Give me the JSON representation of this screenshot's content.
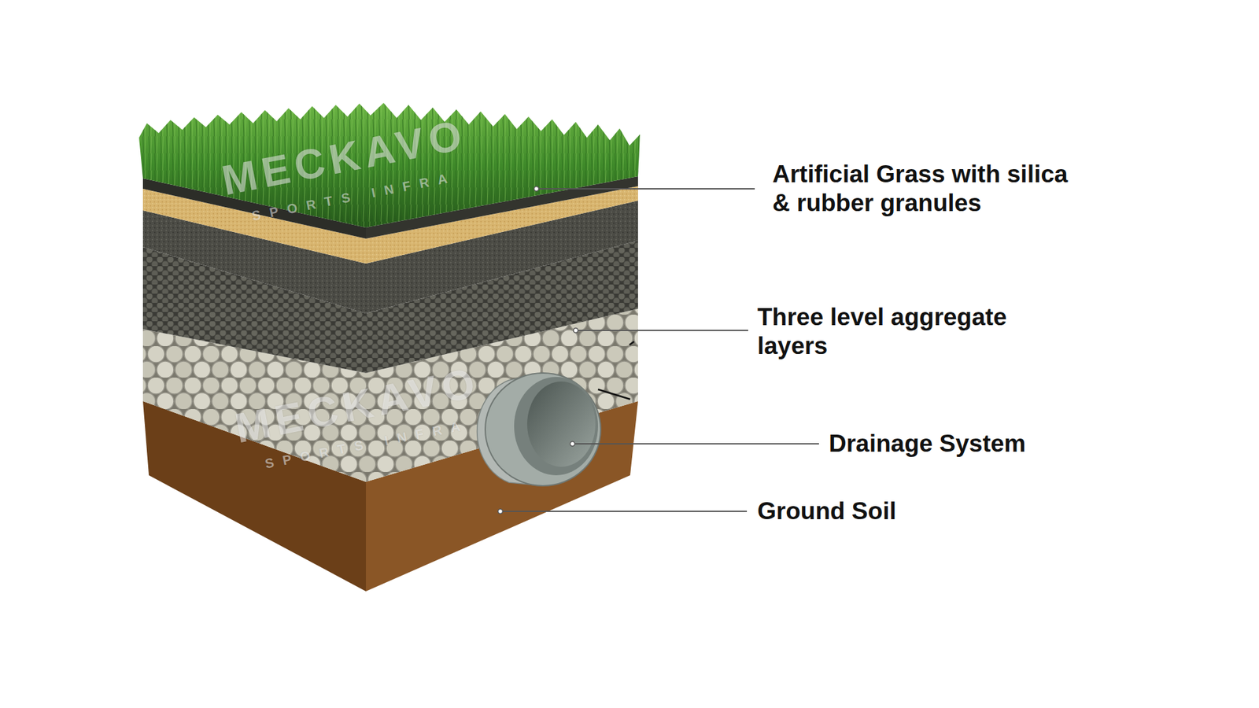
{
  "diagram": {
    "labels": [
      "Artificial Grass with silica & rubber granules",
      "Three level aggregate layers",
      "Drainage System",
      "Ground Soil",
      "MECKAVO",
      "SPORTS INFRA",
      "MECKAVO",
      "SPORTS INFRA"
    ]
  }
}
